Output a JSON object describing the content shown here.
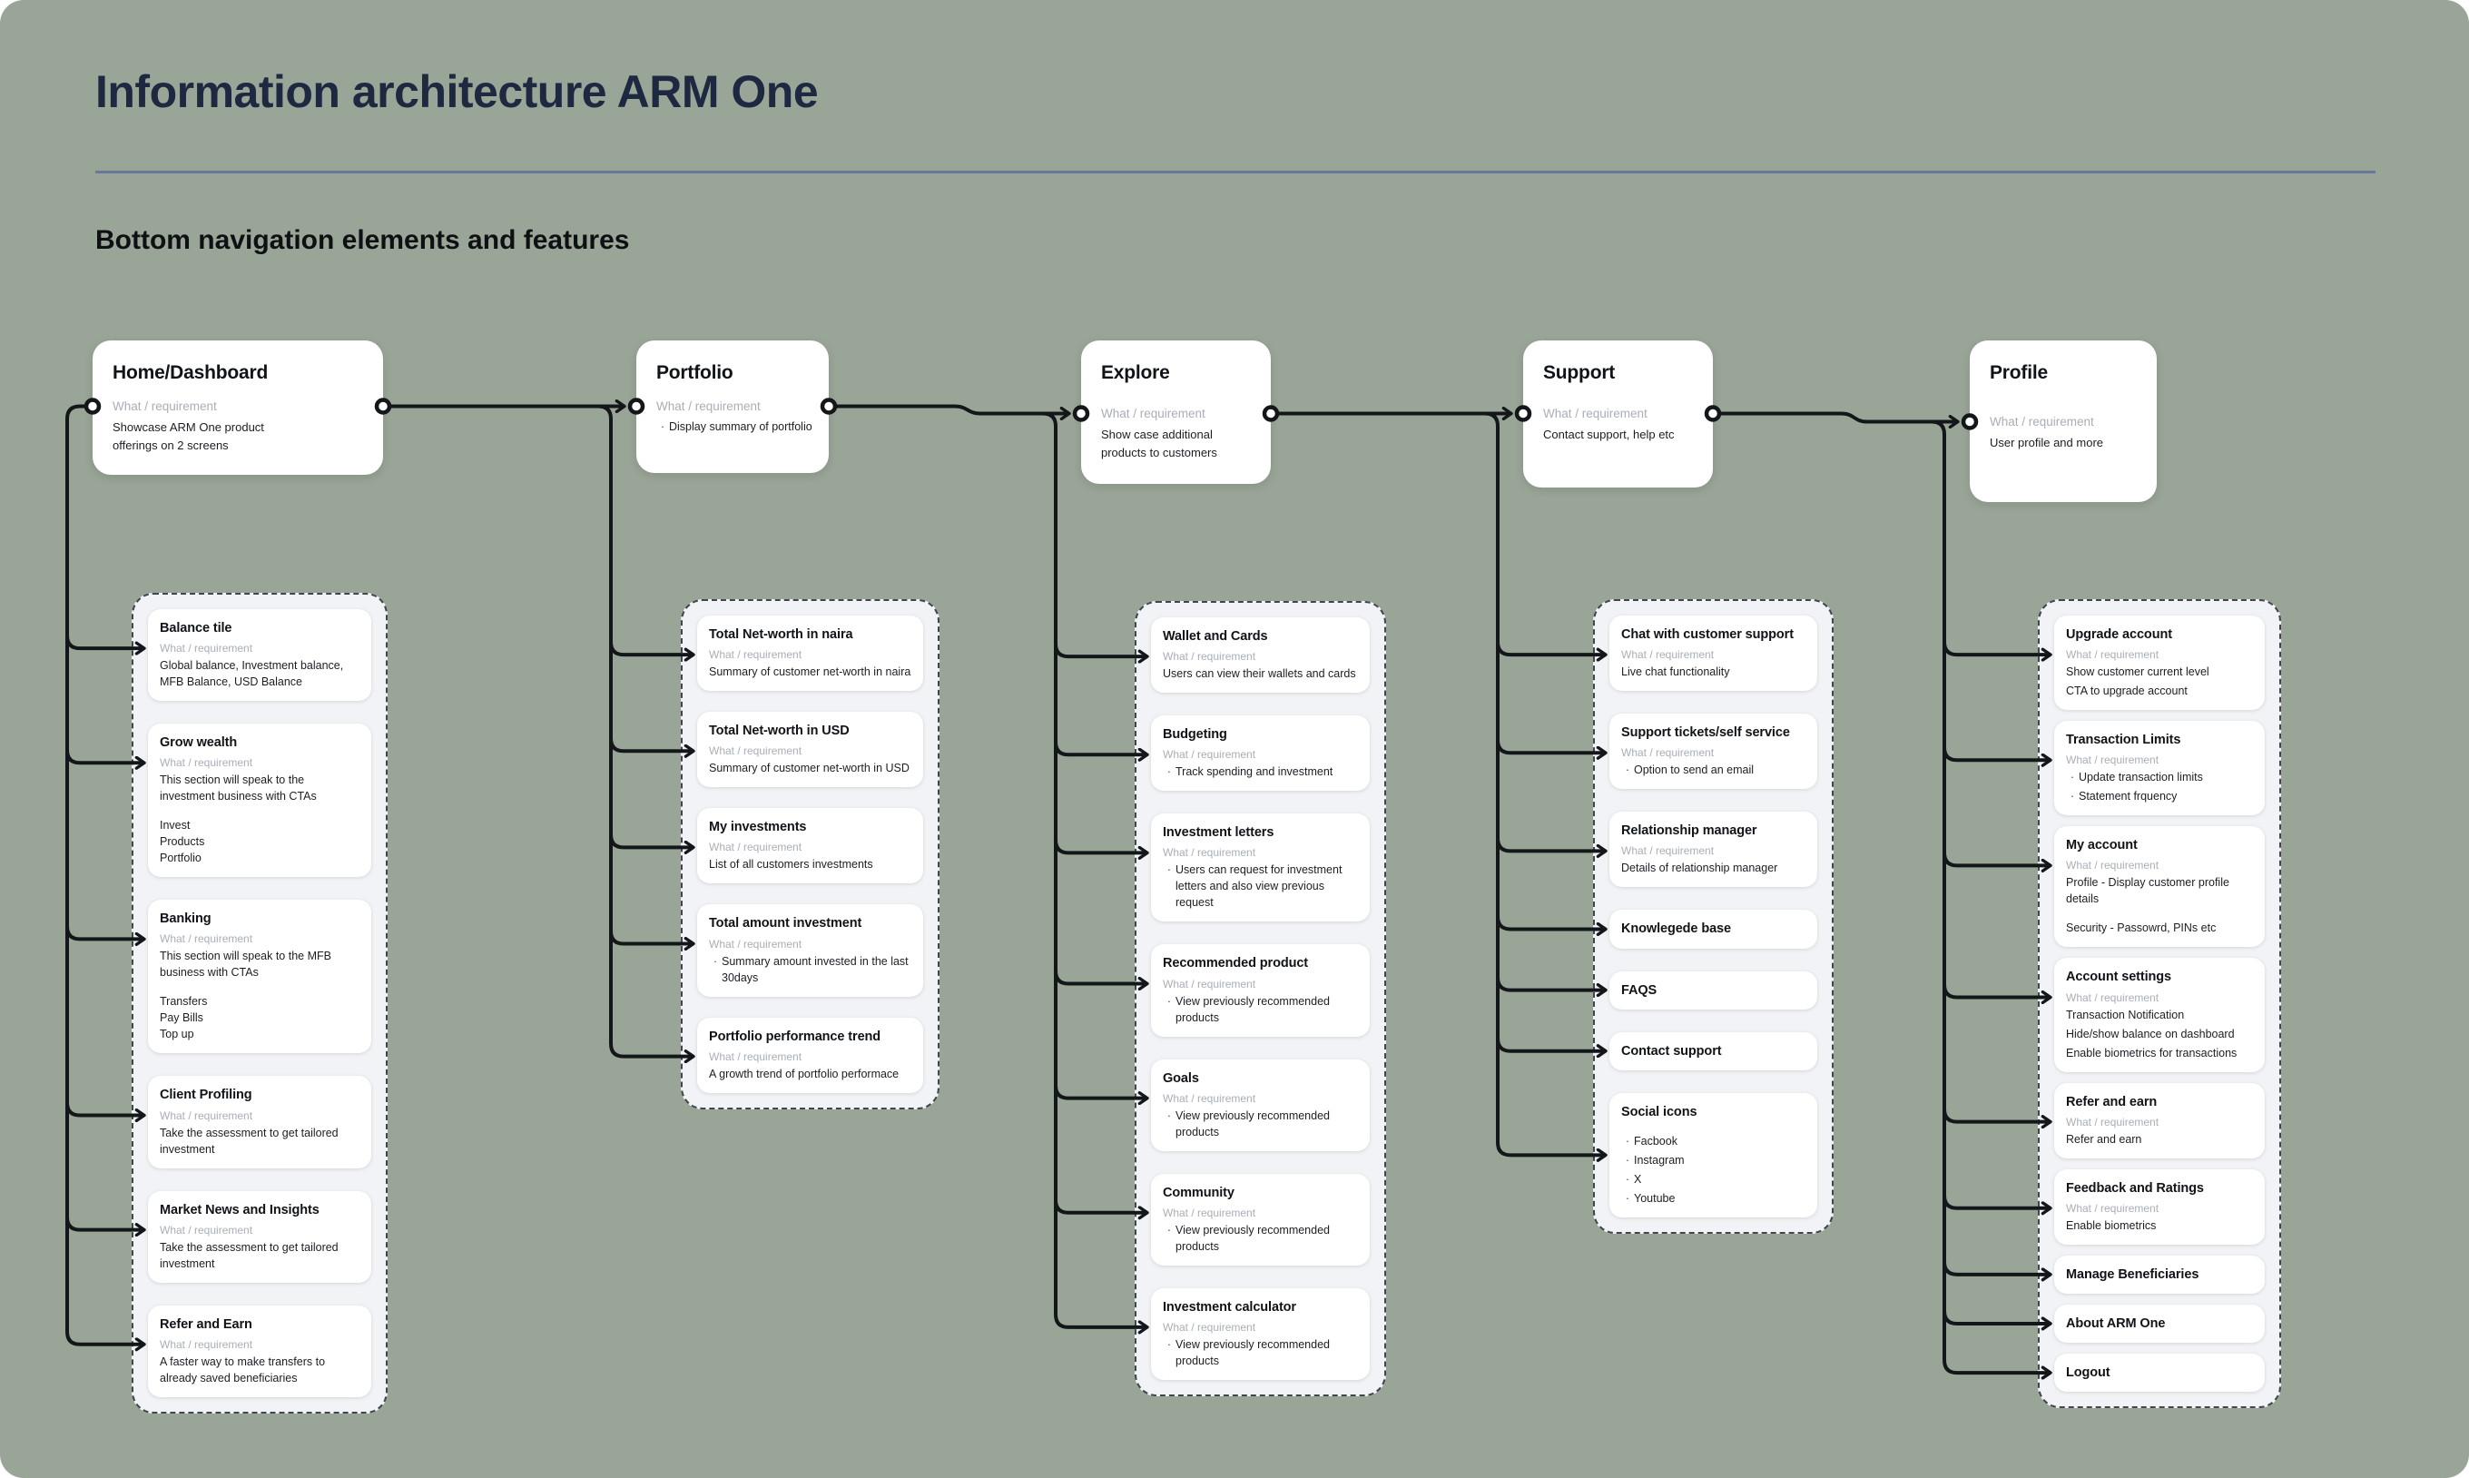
{
  "page": {
    "title": "Information architecture ARM One",
    "subtitle": "Bottom navigation elements and features"
  },
  "labels": {
    "requirement": "What / requirement"
  },
  "colors": {
    "background": "#99A597",
    "card_white": "#FFFFFF",
    "container_gray": "#F1F3F6",
    "title_navy": "#1E2840",
    "divider_blue": "#66789B",
    "label_gray": "#A9AEB7",
    "connector_black": "#14171A"
  },
  "groups": [
    {
      "main": {
        "title": "Home/Dashboard",
        "label": true,
        "body": [
          "Showcase ARM One product offerings on 2 screens"
        ]
      },
      "children": [
        {
          "title": "Balance tile",
          "label": true,
          "body": [
            "Global balance, Investment balance, MFB Balance, USD Balance"
          ]
        },
        {
          "title": "Grow wealth",
          "label": true,
          "body": [
            "This section will speak to the investment business with CTAs"
          ],
          "sublist": [
            "Invest",
            "Products",
            "Portfolio"
          ]
        },
        {
          "title": "Banking",
          "label": true,
          "body": [
            "This section will speak to the MFB business with CTAs"
          ],
          "sublist": [
            "Transfers",
            "Pay Bills",
            "Top up"
          ]
        },
        {
          "title": "Client Profiling",
          "label": true,
          "body": [
            "Take the assessment to get tailored investment"
          ]
        },
        {
          "title": "Market News and Insights",
          "label": true,
          "body": [
            "Take the assessment to get tailored investment"
          ]
        },
        {
          "title": "Refer and Earn",
          "label": true,
          "body": [
            "A faster way to make transfers to already saved beneficiaries"
          ]
        }
      ]
    },
    {
      "main": {
        "title": "Portfolio",
        "label": true,
        "bullets": [
          "Display summary of portfolio"
        ]
      },
      "children": [
        {
          "title": "Total Net-worth in naira",
          "label": true,
          "body": [
            "Summary of customer net-worth in naira"
          ]
        },
        {
          "title": "Total Net-worth in USD",
          "label": true,
          "body": [
            "Summary of customer net-worth in USD"
          ]
        },
        {
          "title": "My investments",
          "label": true,
          "body": [
            "List of all customers investments"
          ]
        },
        {
          "title": "Total amount investment",
          "label": true,
          "bullets": [
            "Summary amount invested in the last 30days"
          ]
        },
        {
          "title": "Portfolio performance trend",
          "label": true,
          "body": [
            "A growth trend of portfolio performace"
          ]
        }
      ]
    },
    {
      "main": {
        "title": "Explore",
        "label": true,
        "body": [
          "Show case additional products to customers"
        ]
      },
      "children": [
        {
          "title": "Wallet and Cards",
          "label": true,
          "body": [
            "Users can view their wallets and cards"
          ]
        },
        {
          "title": "Budgeting",
          "label": true,
          "bullets": [
            "Track spending and investment"
          ]
        },
        {
          "title": "Investment letters",
          "label": true,
          "bullets": [
            "Users can request for investment letters and also view previous request"
          ]
        },
        {
          "title": "Recommended product",
          "label": true,
          "bullets": [
            "View previously recommended products"
          ]
        },
        {
          "title": "Goals",
          "label": true,
          "bullets": [
            "View previously recommended products"
          ]
        },
        {
          "title": "Community",
          "label": true,
          "bullets": [
            "View previously recommended products"
          ]
        },
        {
          "title": "Investment calculator",
          "label": true,
          "bullets": [
            "View previously recommended products"
          ]
        }
      ]
    },
    {
      "main": {
        "title": "Support",
        "label": true,
        "body": [
          "Contact support, help etc"
        ]
      },
      "children": [
        {
          "title": "Chat with customer support",
          "label": true,
          "body": [
            "Live chat functionality"
          ]
        },
        {
          "title": "Support tickets/self service",
          "label": true,
          "bullets": [
            "Option to send an email"
          ]
        },
        {
          "title": "Relationship manager",
          "label": true,
          "body": [
            "Details of relationship manager"
          ]
        },
        {
          "title": "Knowlegede base",
          "label": false
        },
        {
          "title": "FAQS",
          "label": false
        },
        {
          "title": "Contact support",
          "label": false
        },
        {
          "title": "Social icons",
          "label": false,
          "bullets": [
            "Facbook",
            "Instagram",
            "X",
            "Youtube"
          ]
        }
      ]
    },
    {
      "main": {
        "title": "Profile",
        "label": true,
        "body": [
          "User profile and more"
        ]
      },
      "children": [
        {
          "title": "Upgrade account",
          "label": true,
          "body": [
            "Show customer current level",
            "CTA to upgrade account"
          ]
        },
        {
          "title": "Transaction Limits",
          "label": true,
          "bullets": [
            "Update transaction limits",
            "Statement frquency"
          ]
        },
        {
          "title": "My account",
          "label": true,
          "body": [
            "Profile - Display customer profile details"
          ],
          "extra": [
            "Security - Passowrd, PINs etc"
          ]
        },
        {
          "title": "Account settings",
          "label": true,
          "body": [
            "Transaction Notification",
            "Hide/show balance on dashboard",
            "Enable biometrics for transactions"
          ]
        },
        {
          "title": "Refer and earn",
          "label": true,
          "body": [
            "Refer and earn"
          ]
        },
        {
          "title": "Feedback and Ratings",
          "label": true,
          "body": [
            "Enable biometrics"
          ]
        },
        {
          "title": "Manage Beneficiaries",
          "label": false
        },
        {
          "title": "About ARM One",
          "label": false
        },
        {
          "title": "Logout",
          "label": false
        }
      ]
    }
  ]
}
